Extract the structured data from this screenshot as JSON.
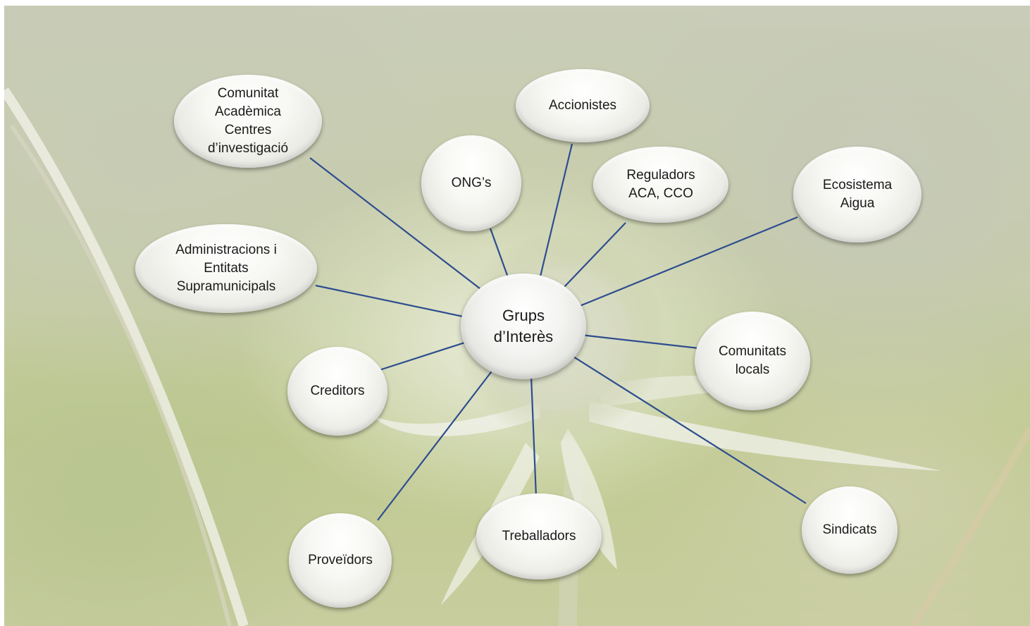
{
  "diagram": {
    "center": {
      "label": "Grups\nd’Interès"
    },
    "nodes": [
      {
        "id": "comunitat-academica",
        "label": "Comunitat\nAcadèmica\nCentres\nd’investigació"
      },
      {
        "id": "accionistes",
        "label": "Accionistes"
      },
      {
        "id": "ongs",
        "label": "ONG’s"
      },
      {
        "id": "reguladors",
        "label": "Reguladors\nACA, CCO"
      },
      {
        "id": "ecosistema-aigua",
        "label": "Ecosistema\nAigua"
      },
      {
        "id": "administracions",
        "label": "Administracions i\nEntitats\nSupramunicipals"
      },
      {
        "id": "comunitats-locals",
        "label": "Comunitats\nlocals"
      },
      {
        "id": "creditors",
        "label": "Creditors"
      },
      {
        "id": "proveidors",
        "label": "Proveïdors"
      },
      {
        "id": "treballadors",
        "label": "Treballadors"
      },
      {
        "id": "sindicats",
        "label": "Sindicats"
      }
    ],
    "connector_color": "#2e4d8f"
  }
}
